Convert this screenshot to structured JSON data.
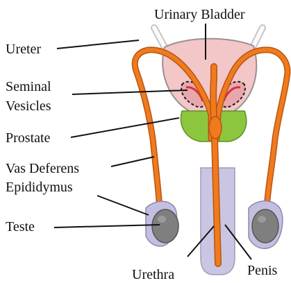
{
  "labels": {
    "urinary_bladder": "Urinary Bladder",
    "ureter": "Ureter",
    "seminal_line1": "Seminal",
    "seminal_line2": "Vesicles",
    "prostate": "Prostate",
    "vas_deferens": "Vas  Deferens",
    "epididymus": "Epididymus",
    "teste": "Teste",
    "urethra": "Urethra",
    "penis": "Penis"
  },
  "colors": {
    "duct_orange": "#f07a1e",
    "duct_outline": "#b85510",
    "bladder_pink": "#f3c6c8",
    "bladder_outline": "#9a9090",
    "prostate_green": "#8cc63f",
    "penis_lavender": "#c9c6e3",
    "teste_grey": "#7f7f7f",
    "epididymis_lavender": "#c4bfe0",
    "seminal_red": "#d7303a"
  }
}
